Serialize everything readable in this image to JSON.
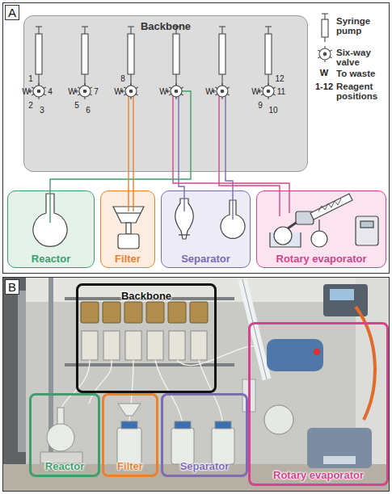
{
  "diagram": {
    "nodes": [
      {
        "text": [
          "A"
        ]
      },
      {
        "text": [
          "Backbone"
        ],
        "in": 0
      },
      {
        "text": [
          "Reactor"
        ],
        "in": 0
      },
      {
        "text": [
          "Filter"
        ],
        "in": 0
      },
      {
        "text": [
          "Separator"
        ],
        "in": 0
      },
      {
        "text": [
          "Rotary evaporator"
        ],
        "in": 0
      },
      {
        "text": [
          "B"
        ]
      },
      {
        "text": [
          "Backbone"
        ],
        "in": 6
      },
      {
        "text": [
          "Reactor"
        ],
        "in": 6
      },
      {
        "text": [
          "Filter"
        ],
        "in": 6
      },
      {
        "text": [
          "Separator"
        ],
        "in": 6
      },
      {
        "text": [
          "Rotary evaporator"
        ],
        "in": 6
      }
    ],
    "edges": [
      {
        "from": 1,
        "to": 2,
        "arrow": "none"
      },
      {
        "from": 1,
        "to": 3,
        "arrow": "none"
      },
      {
        "from": 1,
        "to": 3,
        "arrow": "none"
      },
      {
        "from": 1,
        "to": 4,
        "arrow": "none"
      },
      {
        "from": 1,
        "to": 4,
        "arrow": "none"
      },
      {
        "from": 1,
        "to": 5,
        "arrow": "none"
      },
      {
        "from": 1,
        "to": 5,
        "arrow": "none"
      }
    ],
    "labels": [
      "1",
      "W",
      "4",
      "2",
      "3",
      "W",
      "7",
      "5",
      "6",
      "8",
      "W",
      "W",
      "W",
      "12",
      "W",
      "11",
      "9",
      "10",
      "W",
      "1-12"
    ],
    "legend": [
      {
        "text": "Syringe pump"
      },
      {
        "text": "Six-way valve"
      },
      {
        "text": "To waste"
      },
      {
        "text": "Reagent positions"
      }
    ]
  }
}
